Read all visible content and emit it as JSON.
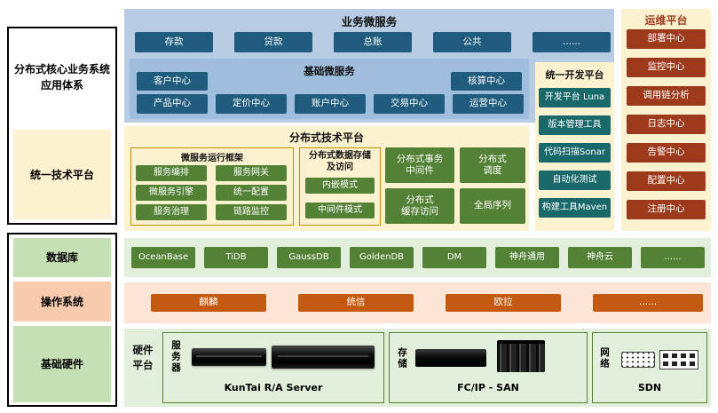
{
  "left": {
    "app_system": "分布式核心业务系统\n应用体系",
    "unified_tech": "统一技术平台",
    "database": "数据库",
    "os": "操作系统",
    "hardware": "基础硬件"
  },
  "business": {
    "title": "业务微服务",
    "services": [
      "存款",
      "贷款",
      "总账",
      "公共",
      "......"
    ],
    "basic": {
      "title": "基础微服务",
      "row1_left": "客户中心",
      "row1_right": "核算中心",
      "row2": [
        "产品中心",
        "定价中心",
        "账户中心",
        "交易中心",
        "运营中心"
      ]
    }
  },
  "dev_platform": {
    "title": "统一开发平台",
    "items": [
      "开发平台 Luna",
      "版本管理工具",
      "代码扫描Sonar",
      "自动化测试",
      "构建工具Maven"
    ]
  },
  "ops_platform": {
    "title": "运维平台",
    "items": [
      "部署中心",
      "监控中心",
      "调用链分析",
      "日志中心",
      "告警中心",
      "配置中心",
      "注册中心"
    ]
  },
  "tech_platform": {
    "title": "分布式技术平台",
    "framework": {
      "title": "微服务运行框架",
      "items": [
        "服务编排",
        "服务网关",
        "微服务引擎",
        "统一配置",
        "服务治理",
        "链路监控"
      ]
    },
    "storage_access": {
      "title": "分布式数据存储\n及访问",
      "items": [
        "内嵌模式",
        "中间件模式"
      ]
    },
    "blocks": [
      "分布式事务\n中间件",
      "分布式\n调度",
      "分布式\n缓存访问",
      "全局序列"
    ]
  },
  "databases": [
    "OceanBase",
    "TiDB",
    "GaussDB",
    "GoldenDB",
    "DM",
    "神舟通用",
    "神舟云",
    "......"
  ],
  "operating_systems": [
    "麒麟",
    "统信",
    "欧拉",
    "......"
  ],
  "hardware": {
    "platform_label": "硬件\n平台",
    "server": {
      "label": "服务器",
      "caption": "KunTai R/A Server"
    },
    "storage": {
      "label": "存储",
      "caption": "FC/IP - SAN"
    },
    "network": {
      "label": "网络",
      "caption": "SDN"
    }
  },
  "colors": {
    "dark_blue": "#1f5c7d",
    "light_blue_bg": "#b7cbe3",
    "inner_blue_bg": "#9fbedd",
    "cream_bg": "#fdf2d0",
    "teal": "#19696b",
    "dark_red": "#9e3a1c",
    "green": "#538135",
    "light_green_bg": "#e2efda",
    "orange": "#c45911",
    "light_orange_bg": "#fbe5d6"
  }
}
